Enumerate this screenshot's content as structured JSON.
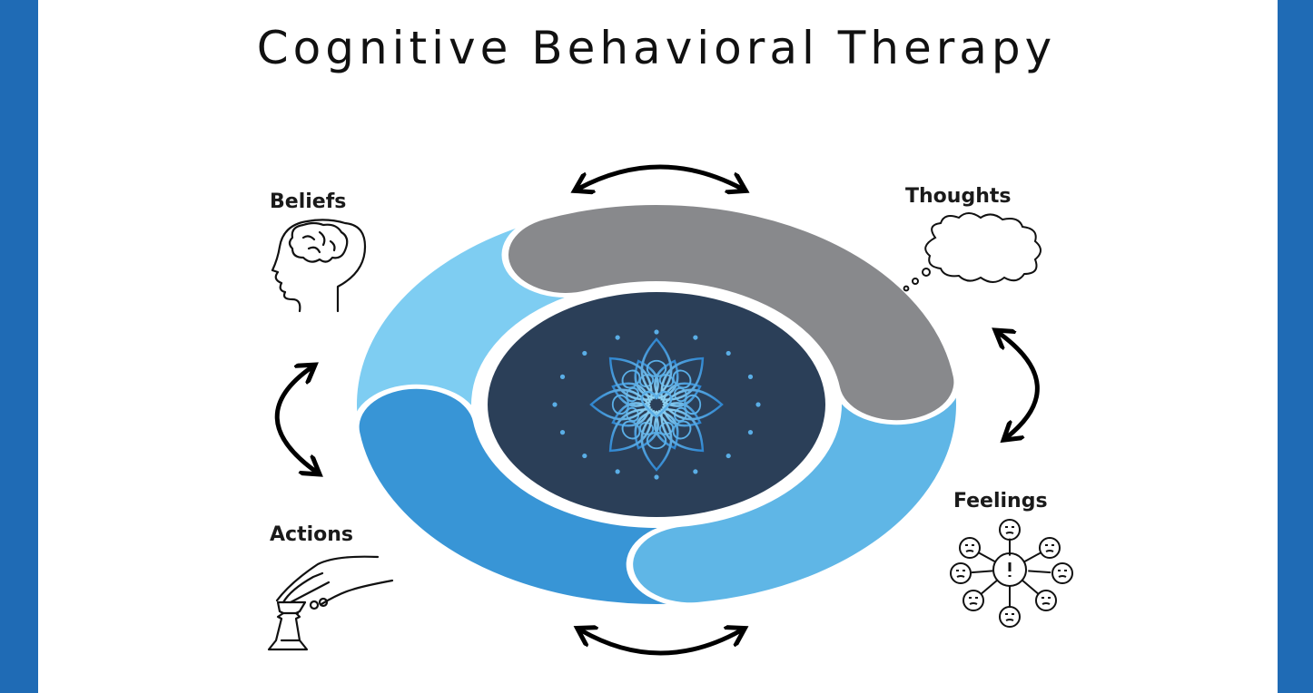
{
  "title": "Cognitive Behavioral Therapy",
  "colors": {
    "border": "#1f6bb5",
    "beliefs_segment": "#7ecdf2",
    "thoughts_segment": "#88898c",
    "feelings_segment": "#5fb6e6",
    "actions_segment": "#3895d6",
    "center": "#2b3f58",
    "mandala": "#5aaee6"
  },
  "nodes": [
    {
      "id": "beliefs",
      "label": "Beliefs",
      "icon": "head-brain-icon"
    },
    {
      "id": "thoughts",
      "label": "Thoughts",
      "icon": "thought-cloud-icon"
    },
    {
      "id": "feelings",
      "label": "Feelings",
      "icon": "emotions-icon"
    },
    {
      "id": "actions",
      "label": "Actions",
      "icon": "hand-chess-piece-icon"
    }
  ],
  "center_icon": "lotus-mandala-icon"
}
